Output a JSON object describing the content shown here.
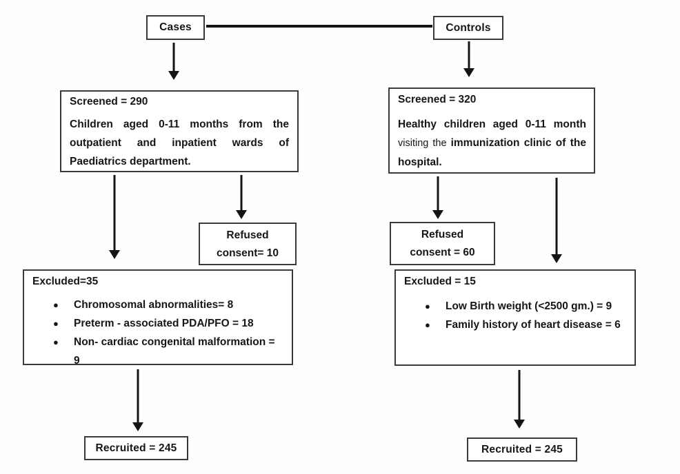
{
  "diagram": {
    "bullet_glyph": "●",
    "colors": {
      "ink": "#141414",
      "border": "#3a3a3a",
      "background": "#fefefe"
    },
    "cases": {
      "label": "Cases",
      "screened": {
        "title": "Screened = 290",
        "desc_line1": "Children aged 0-11 months from the",
        "desc_line2": "outpatient and inpatient wards of",
        "desc_line3": "Paediatrics department."
      },
      "refused": {
        "line1": "Refused",
        "line2": "consent= 10"
      },
      "excluded": {
        "title": "Excluded=35",
        "items": [
          "Chromosomal abnormalities= 8",
          "Preterm - associated PDA/PFO = 18",
          "Non- cardiac congenital malformation = 9"
        ]
      },
      "recruited": "Recruited = 245"
    },
    "controls": {
      "label": "Controls",
      "screened": {
        "title": "Screened = 320",
        "desc_line1": "Healthy children aged 0-11 month",
        "desc_line2_regular": "visiting the ",
        "desc_line2_bold": "immunization clinic of the",
        "desc_line3": "hospital."
      },
      "refused": {
        "line1": "Refused",
        "line2": "consent = 60"
      },
      "excluded": {
        "title": "Excluded = 15",
        "items": [
          "Low Birth weight (<2500 gm.) = 9",
          "Family history of heart disease = 6"
        ]
      },
      "recruited": "Recruited = 245"
    }
  }
}
